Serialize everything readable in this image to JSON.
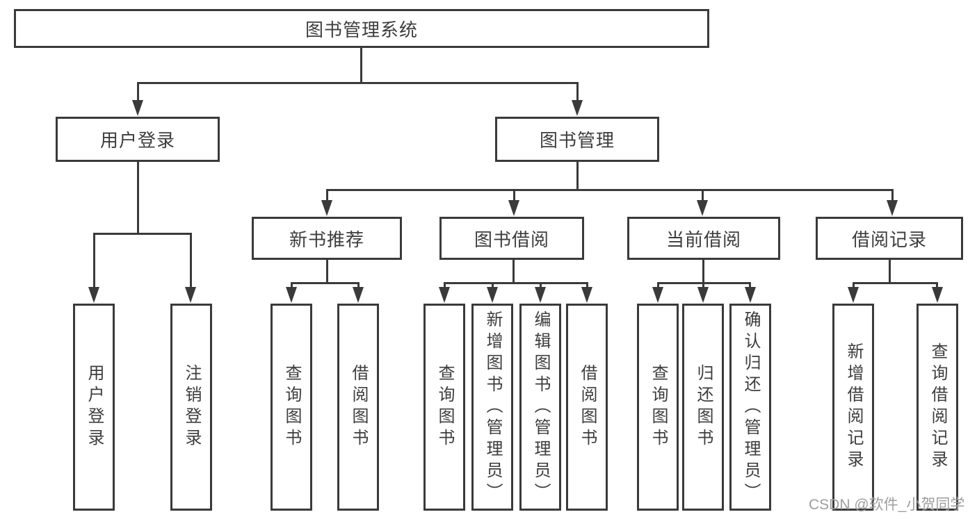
{
  "nodes": {
    "root": {
      "label": "图书管理系统"
    },
    "user_login": {
      "label": "用户登录"
    },
    "book_mgmt": {
      "label": "图书管理"
    },
    "new_book_rec": {
      "label": "新书推荐"
    },
    "book_borrow": {
      "label": "图书借阅"
    },
    "current_borrow": {
      "label": "当前借阅"
    },
    "borrow_records": {
      "label": "借阅记录"
    },
    "leaf_user_login": {
      "label": "用户登录"
    },
    "leaf_logout": {
      "label": "注销登录"
    },
    "rec_search_books": {
      "label": "查询图书"
    },
    "rec_borrow_books": {
      "label": "借阅图书"
    },
    "bb_search_books": {
      "label": "查询图书"
    },
    "bb_add_books": {
      "label": "新增图书（管理员）"
    },
    "bb_edit_books": {
      "label": "编辑图书（管理员）"
    },
    "bb_borrow_books": {
      "label": "借阅图书"
    },
    "cb_search_books": {
      "label": "查询图书"
    },
    "cb_return_books": {
      "label": "归还图书"
    },
    "cb_confirm_return": {
      "label": "确认归还（管理员）"
    },
    "br_add_record": {
      "label": "新增借阅记录"
    },
    "br_search_record": {
      "label": "查询借阅记录"
    }
  },
  "tree": {
    "label": "图书管理系统",
    "children": [
      {
        "label": "用户登录",
        "children": [
          {
            "label": "用户登录"
          },
          {
            "label": "注销登录"
          }
        ]
      },
      {
        "label": "图书管理",
        "children": [
          {
            "label": "新书推荐",
            "children": [
              {
                "label": "查询图书"
              },
              {
                "label": "借阅图书"
              }
            ]
          },
          {
            "label": "图书借阅",
            "children": [
              {
                "label": "查询图书"
              },
              {
                "label": "新增图书（管理员）"
              },
              {
                "label": "编辑图书（管理员）"
              },
              {
                "label": "借阅图书"
              }
            ]
          },
          {
            "label": "当前借阅",
            "children": [
              {
                "label": "查询图书"
              },
              {
                "label": "归还图书"
              },
              {
                "label": "确认归还（管理员）"
              }
            ]
          },
          {
            "label": "借阅记录",
            "children": [
              {
                "label": "新增借阅记录"
              },
              {
                "label": "查询借阅记录"
              }
            ]
          }
        ]
      }
    ]
  },
  "watermark": {
    "text": "CSDN @软件_小贺同学"
  },
  "colors": {
    "line": "#3a3a3a",
    "text": "#3d3d3d",
    "background": "#ffffff",
    "watermark": "#9d9d9d"
  }
}
